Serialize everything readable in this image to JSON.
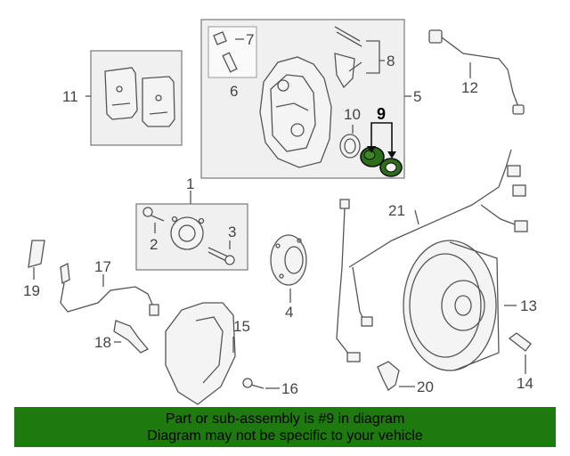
{
  "diagram": {
    "callouts": {
      "c1": "1",
      "c2": "2",
      "c3": "3",
      "c4": "4",
      "c5": "5",
      "c6": "6",
      "c7": "7",
      "c8": "8",
      "c9": "9",
      "c10": "10",
      "c11": "11",
      "c12": "12",
      "c13": "13",
      "c14": "14",
      "c15": "15",
      "c16": "16",
      "c17": "17",
      "c18": "18",
      "c19": "19",
      "c20": "20",
      "c21": "21"
    },
    "highlight_color": "#2d6e1a"
  },
  "banner": {
    "line1": "Part or sub-assembly is #9 in diagram",
    "line2": "Diagram may not be specific to your vehicle",
    "background": "#1e7a0f"
  }
}
